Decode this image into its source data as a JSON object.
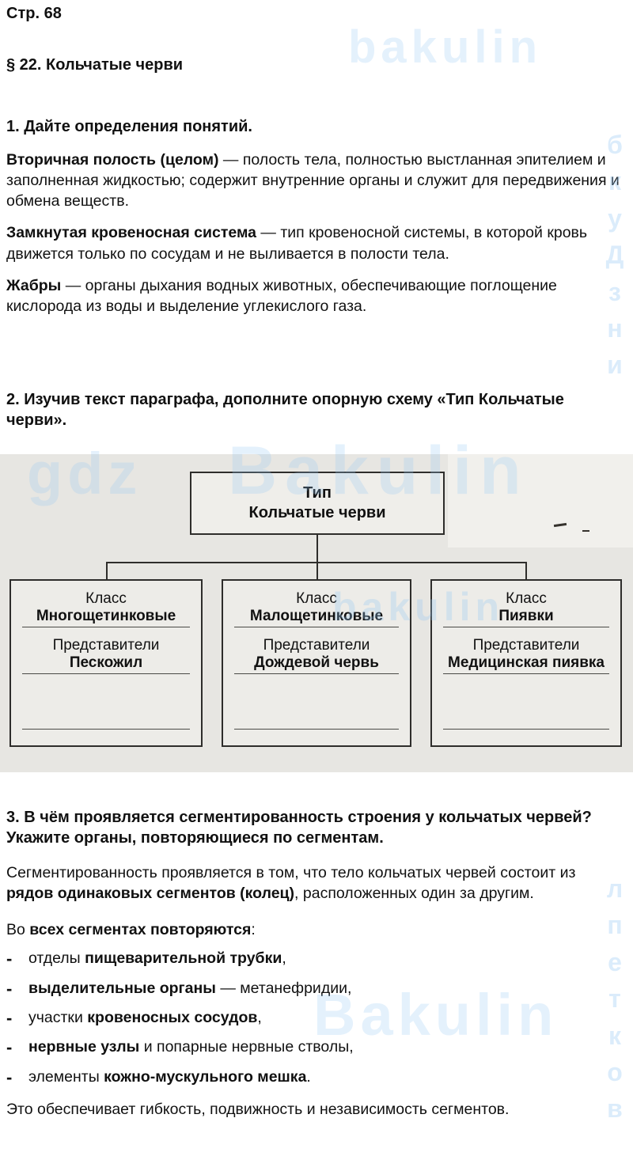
{
  "watermark": {
    "w0": "bakulin",
    "w1": "gdz",
    "w2": "Bakulin",
    "w3": "bakulin",
    "w4": "Bakulin",
    "side_top": [
      "б",
      "к",
      "у",
      "Д",
      "з",
      "н",
      "и"
    ],
    "side_bottom": [
      "л",
      "п",
      "е",
      "т",
      "к",
      "о",
      "в"
    ]
  },
  "header": {
    "page_label": "Стр. 68",
    "section_title": "§ 22. Кольчатые черви"
  },
  "q1": {
    "heading": "1. Дайте определения понятий.",
    "definitions": [
      {
        "term": "Вторичная полость (целом)",
        "rest": " — полость тела, полностью выстланная эпителием и заполненная жидкостью; содержит внутренние органы и служит для передвижения и обмена веществ."
      },
      {
        "term": "Замкнутая кровеносная система",
        "rest": " — тип кровеносной системы, в которой кровь движется только по сосудам и не выливается в полости тела."
      },
      {
        "term": "Жабры",
        "rest": " — органы дыхания водных животных, обеспечивающие поглощение кислорода из воды и выделение углекислого газа."
      }
    ]
  },
  "q2": {
    "heading": "2. Изучив текст параграфа, дополните опорную схему «Тип Кольчатые черви».",
    "scheme": {
      "root_line1": "Тип",
      "root_line2": "Кольчатые черви",
      "classes": [
        {
          "class_label": "Класс",
          "class_name": "Многощетинковые",
          "rep_label": "Представители",
          "rep_name": "Пескожил"
        },
        {
          "class_label": "Класс",
          "class_name": "Малощетинковые",
          "rep_label": "Представители",
          "rep_name": "Дождевой червь"
        },
        {
          "class_label": "Класс",
          "class_name": "Пиявки",
          "rep_label": "Представители",
          "rep_name": "Медицинская пиявка"
        }
      ]
    }
  },
  "q3": {
    "heading": "3. В чём проявляется сегментированность строения у кольчатых червей? Укажите органы, повторяющиеся по сегментам.",
    "intro": {
      "pre": "Сегментированность проявляется в том, что тело кольчатых червей состоит из ",
      "bold": "рядов одинаковых сегментов (колец)",
      "post": ", расположенных один за другим."
    },
    "repeat_line": {
      "pre": "Во ",
      "bold": "всех сегментах повторяются",
      "post": ":"
    },
    "bullets": [
      {
        "marker": "-",
        "pre": "отделы ",
        "bold": "пищеварительной трубки",
        "post": ","
      },
      {
        "marker": "-",
        "pre": "",
        "bold": "выделительные органы",
        "post": " — метанефридии,"
      },
      {
        "marker": "-",
        "pre": "участки ",
        "bold": "кровеносных сосудов",
        "post": ","
      },
      {
        "marker": "-",
        "pre": "",
        "bold": "нервные узлы",
        "post": " и попарные нервные стволы,"
      },
      {
        "marker": "-",
        "pre": "элементы ",
        "bold": "кожно-мускульного мешка",
        "post": "."
      }
    ],
    "conclusion": "Это обеспечивает гибкость, подвижность и независимость сегментов."
  }
}
